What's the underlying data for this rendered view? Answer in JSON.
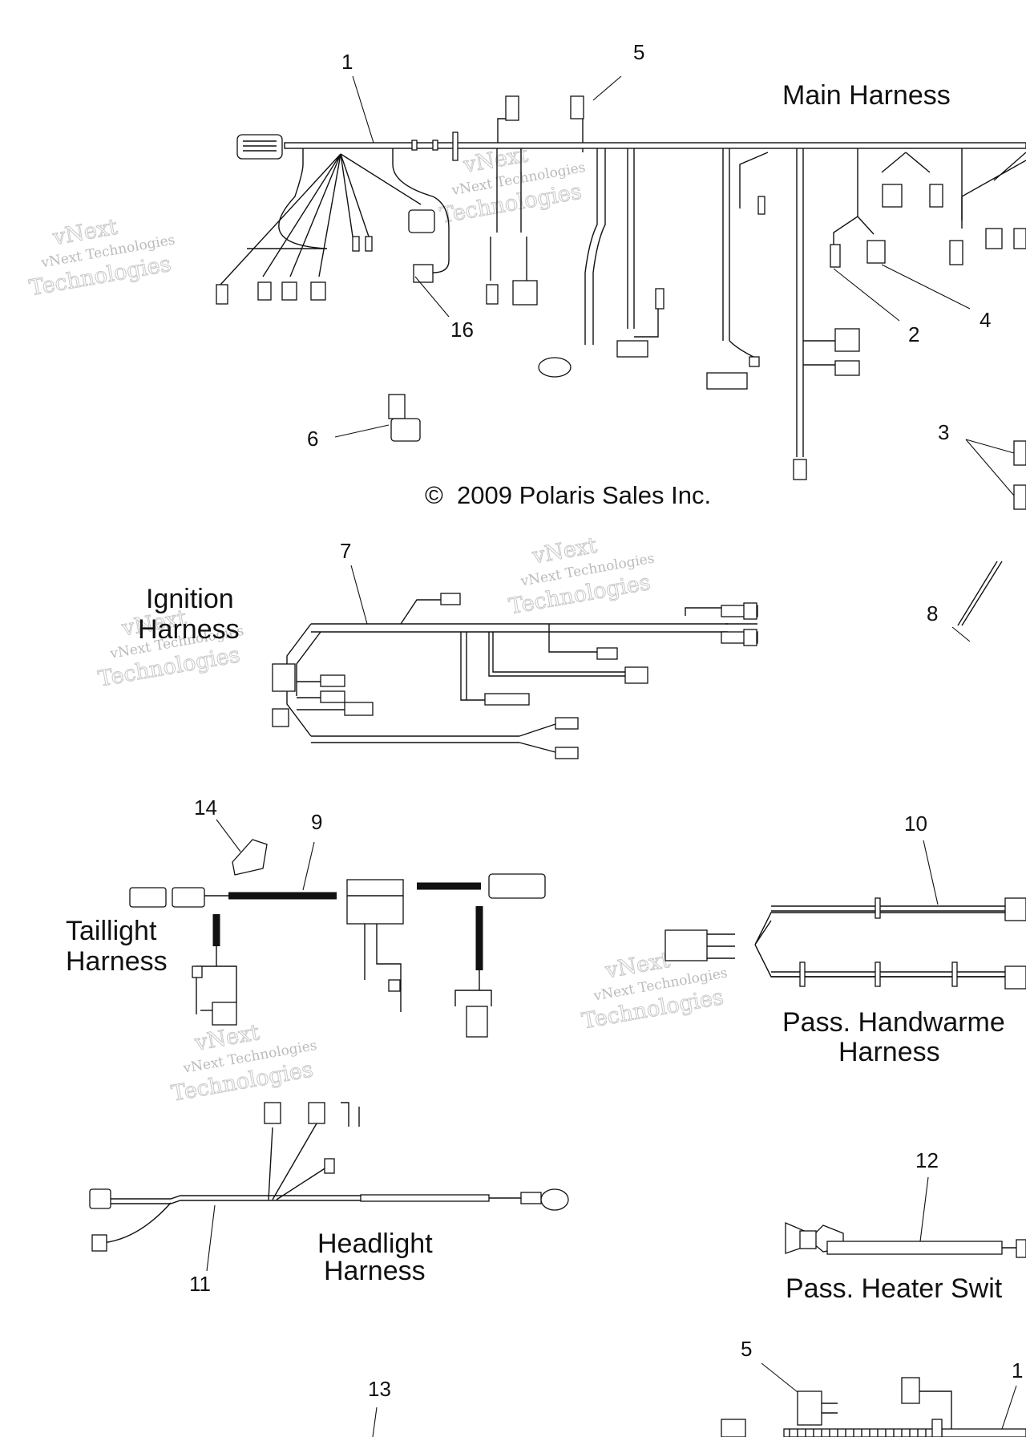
{
  "harness_titles": {
    "main": "Main Harness",
    "ignition": [
      "Ignition",
      "Harness"
    ],
    "taillight": [
      "Taillight",
      "Harness"
    ],
    "headlight": [
      "Headlight",
      "Harness"
    ],
    "pass_handwarmer": [
      "Pass. Handwarme",
      "Harness"
    ],
    "pass_heater_switch": "Pass. Heater Swit"
  },
  "copyright": "2009 Polaris Sales Inc.",
  "copyright_symbol": "©",
  "callouts": [
    "1",
    "5",
    "16",
    "6",
    "2",
    "4",
    "3",
    "7",
    "8",
    "14",
    "9",
    "10",
    "11",
    "12",
    "13",
    "5",
    "1"
  ],
  "watermark": {
    "line1": "vNext Technologies",
    "line2": "Technologies",
    "line3": "vNext"
  }
}
